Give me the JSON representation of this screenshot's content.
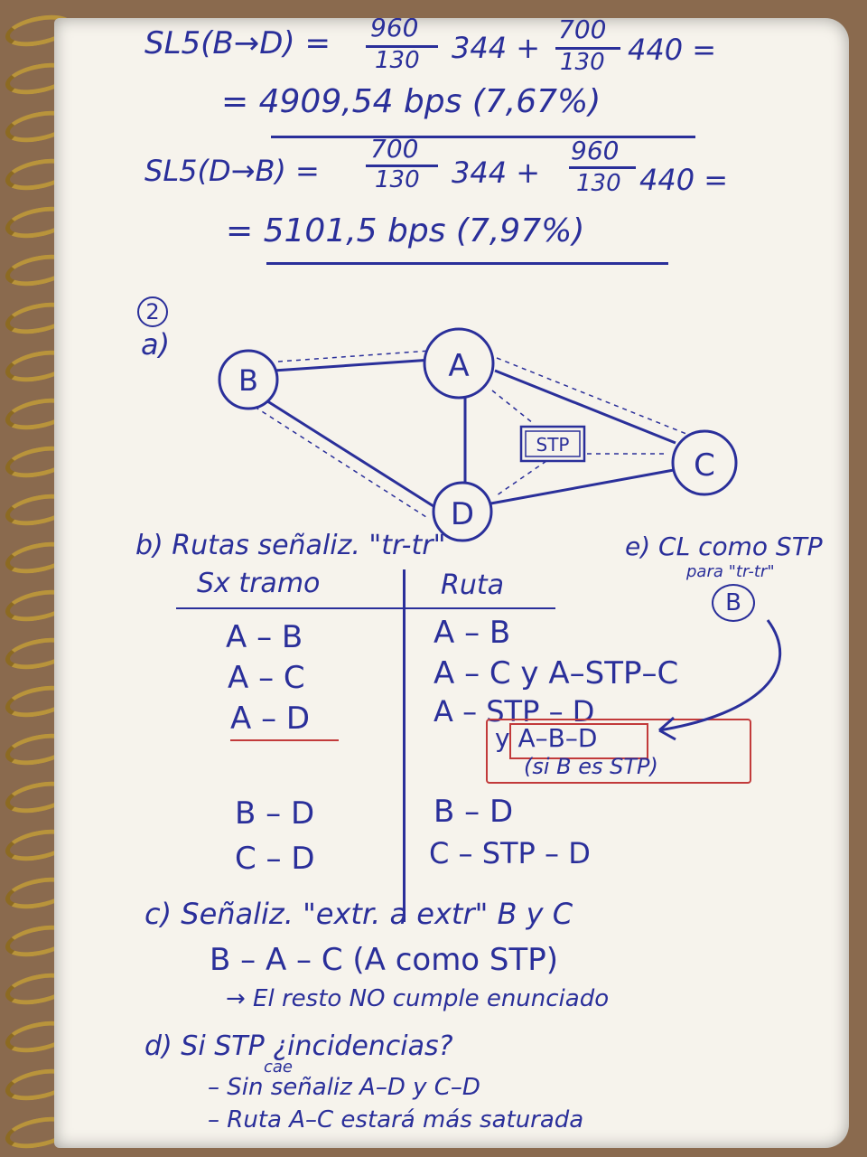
{
  "calc": {
    "line1_left": "SL5(B→D) =",
    "line1_frac1_num": "960",
    "line1_frac1_den": "130",
    "line1_mid": "344 +",
    "line1_frac2_num": "700",
    "line1_frac2_den": "130",
    "line1_end": "440 =",
    "line2": "= 4909,54 bps (7,67%)",
    "line3_left": "SL5(D→B) =",
    "line3_frac1_num": "700",
    "line3_frac1_den": "130",
    "line3_mid": "344 +",
    "line3_frac2_num": "960",
    "line3_frac2_den": "130",
    "line3_end": "440 =",
    "line4": "= 5101,5 bps (7,97%)"
  },
  "problem": {
    "number": "2",
    "part_a": "a)"
  },
  "diagram": {
    "nodes": [
      "A",
      "B",
      "C",
      "D"
    ],
    "stp_label": "STP"
  },
  "part_b": {
    "heading": "b) Rutas señaliz. \"tr-tr\"",
    "col1": "Sx tramo",
    "col2": "Ruta",
    "rows": [
      {
        "tramo": "A – B",
        "ruta": "A – B"
      },
      {
        "tramo": "A – C",
        "ruta": "A – C y A–STP–C"
      },
      {
        "tramo": "A – D",
        "ruta": "A – STP – D"
      },
      {
        "tramo": "B – D",
        "ruta": "B – D"
      },
      {
        "tramo": "C – D",
        "ruta": "C – STP – D"
      }
    ],
    "extra_route": "y A–B–D",
    "extra_note": "(si B es STP)"
  },
  "part_e": {
    "heading": "e) CL como STP",
    "subheading": "para \"tr-tr\"",
    "node": "B"
  },
  "part_c": {
    "heading": "c) Señaliz. \"extr. a extr\" B y C",
    "line1": "B – A – C (A como STP)",
    "line2": "→ El resto NO cumple enunciado"
  },
  "part_d": {
    "heading": "d) Si STP ¿incidencias?",
    "cae": "cae",
    "line1": "– Sin señaliz A–D y C–D",
    "line2": "– Ruta A–C estará más saturada"
  },
  "colors": {
    "ink": "#2a2f9a",
    "red": "#c23a3a",
    "paper": "#f6f3ec"
  }
}
